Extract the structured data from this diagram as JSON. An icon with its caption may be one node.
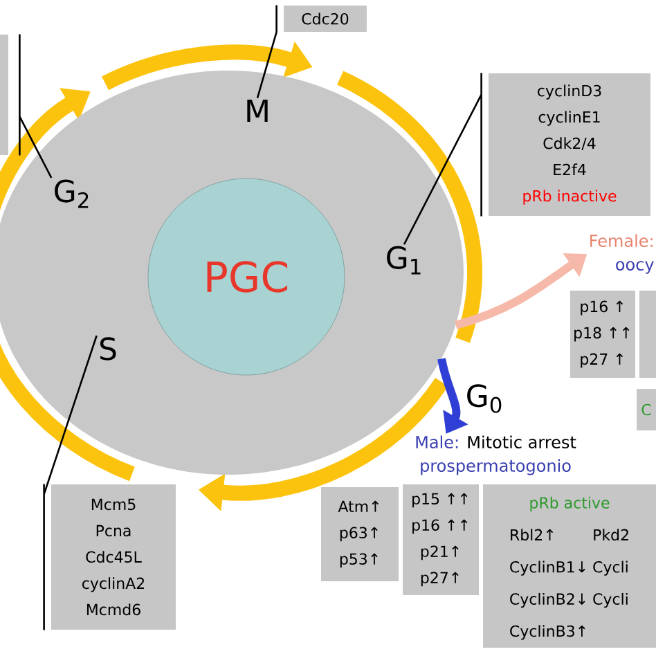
{
  "diagram": {
    "nodes": [
      {
        "text": [],
        "shape": "circle"
      },
      {
        "text": [
          "PGC"
        ],
        "in": 0
      },
      {
        "text": [
          "M"
        ],
        "in": 0
      },
      {
        "text": [
          "G$_{2}$"
        ],
        "in": 0
      },
      {
        "text": [
          "G$_{1}$"
        ],
        "in": 0
      },
      {
        "text": [
          "S"
        ],
        "in": 0
      },
      {
        "text": [
          "Cdc20"
        ]
      },
      {
        "text": [],
        "shape": "box"
      },
      {
        "text": [
          "cyclinD3",
          "cyclinE1",
          "Cdk2/4",
          "E2f4",
          "pRb inactive"
        ]
      },
      {
        "text": [
          "Mcm5",
          "Pcna",
          "Cdc45L",
          "cyclinA2",
          "Mcmd6"
        ]
      },
      {
        "text": [
          "Female:",
          "oocy"
        ]
      },
      {
        "text": [
          "Male:",
          "Mitotic arrest",
          "prospermatogonio"
        ]
      },
      {
        "text": [
          "p16 ↑",
          "p18 ↑↑",
          "p27 ↑"
        ]
      },
      {
        "text": [],
        "shape": "box"
      },
      {
        "text": [
          "C"
        ]
      },
      {
        "text": [
          "Atm↑",
          "p63↑",
          "p53↑"
        ]
      },
      {
        "text": [
          "p15 ↑↑",
          "p16 ↑↑",
          "p21↑",
          "p27↑"
        ]
      },
      {
        "text": [
          "pRb active",
          "Rbl2↑",
          "Pkd2",
          "CyclinB1↓",
          "Cycli",
          "CyclinB2↓",
          "Cycli",
          "CyclinB3↑"
        ]
      }
    ],
    "edges": [
      {
        "from": 2,
        "to": 6,
        "arrow": "none"
      },
      {
        "from": 3,
        "to": 7,
        "arrow": "none"
      },
      {
        "from": 4,
        "to": 8,
        "arrow": "none"
      },
      {
        "from": 5,
        "to": 9,
        "arrow": "none"
      },
      {
        "from": 0,
        "to": 10,
        "arrow": "to",
        "style": "thick",
        "color": "#f6b9a9"
      },
      {
        "from": 0,
        "to": 11,
        "arrow": "to",
        "style": "thick",
        "color": "#2f3fd6",
        "label": "G$_{0}$"
      }
    ]
  }
}
